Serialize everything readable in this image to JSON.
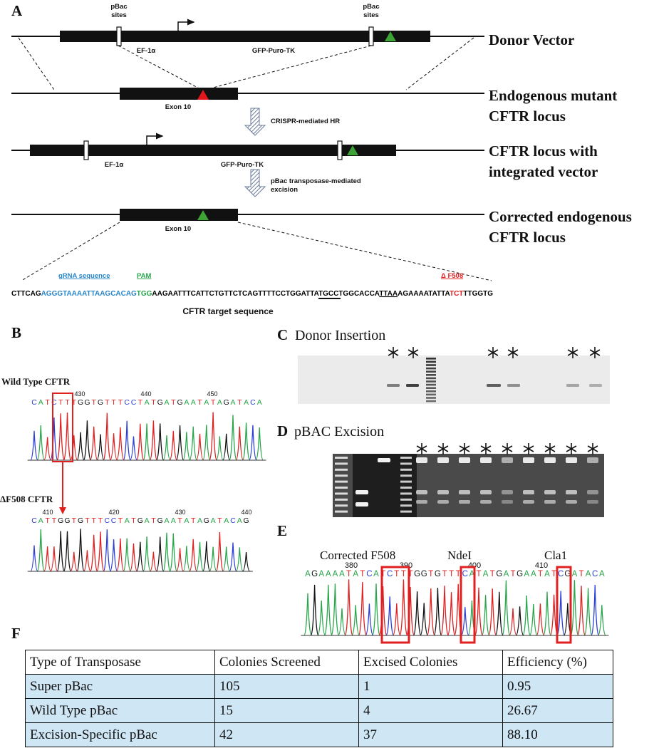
{
  "panels": {
    "a": "A",
    "b": "B",
    "c": "C",
    "d": "D",
    "e": "E",
    "f": "F"
  },
  "panel_a": {
    "rows": [
      {
        "label_lines": [
          "Donor Vector"
        ]
      },
      {
        "label_lines": [
          "Endogenous mutant",
          "CFTR locus"
        ]
      },
      {
        "label_lines": [
          "CFTR locus with",
          "integrated vector"
        ]
      },
      {
        "label_lines": [
          "Corrected endogenous",
          "CFTR locus"
        ]
      }
    ],
    "pbac_sites": [
      "pBac",
      "sites"
    ],
    "promoter": "EF-1α",
    "cassette": "GFP-Puro-TK",
    "exon": "Exon 10",
    "step1": "CRISPR-mediated HR",
    "step2": [
      "pBac transposase-mediated",
      "excision"
    ],
    "grna_label": "gRNA sequence",
    "pam_label": "PAM",
    "deltaF508_label": "Δ F508",
    "target_label": "CFTR target sequence",
    "sequence_parts": [
      {
        "text": "CTTCAG",
        "color": "#111111"
      },
      {
        "text": "AGGGTAAAATTAAGCACAG",
        "color": "#2a86c8"
      },
      {
        "text": "TGG",
        "color": "#27a64a"
      },
      {
        "text": "AAGAATTTCATTCTGTTCTCAGTTTTCCTGGATTATGCCTGGCACCA",
        "color": "#111111"
      },
      {
        "text": "TTAA",
        "color": "#111111",
        "underline": true
      },
      {
        "text": "AGAAAATATTA",
        "color": "#111111"
      },
      {
        "text": "TCT",
        "color": "#e02020"
      },
      {
        "text": "TTGGTG",
        "color": "#111111"
      }
    ]
  },
  "panel_b": {
    "wt_label": "Wild Type CFTR",
    "wt_ticks": [
      "430",
      "440",
      "450"
    ],
    "wt_seq": "CATCTTTGGTGTTTCCTATGATGAATATAGATACA",
    "mut_label": "ΔF508 CFTR",
    "mut_ticks": [
      "410",
      "420",
      "430",
      "440"
    ],
    "mut_seq": "CATTGGTGTTTCCTATGATGAATATAGATACAG"
  },
  "panel_c": {
    "title": "Donor Insertion"
  },
  "panel_d": {
    "title": "pBAC Excision",
    "plus": "+",
    "minus": "−"
  },
  "panel_e": {
    "labels": [
      "Corrected F508",
      "NdeI",
      "Cla1"
    ],
    "ticks": [
      "380",
      "390",
      "400",
      "410"
    ],
    "seq": "AGAAAATATCATCTTTGGTGTTTCATATGATGAATATCGATACA"
  },
  "table": {
    "headers": [
      "Type of Transposase",
      "Colonies Screened",
      "Excised Colonies",
      "Efficiency (%)"
    ],
    "rows": [
      [
        "Super pBac",
        "105",
        "1",
        "0.95"
      ],
      [
        "Wild Type pBac",
        "15",
        "4",
        "26.67"
      ],
      [
        "Excision-Specific pBac",
        "42",
        "37",
        "88.10"
      ]
    ]
  },
  "colors": {
    "A": "#27a64a",
    "C": "#2b3fd6",
    "G": "#111111",
    "T": "#e02020",
    "box": "#e02020",
    "row_bg": "#cfe6f5"
  }
}
